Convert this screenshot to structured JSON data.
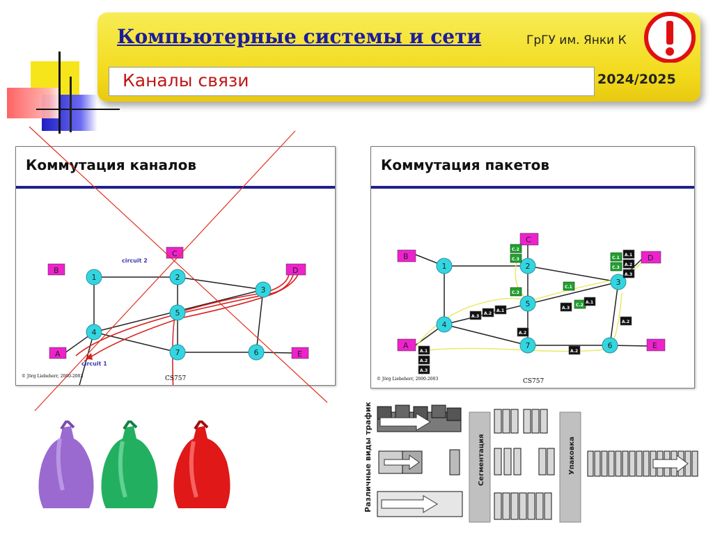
{
  "header": {
    "title": "Компьютерные системы и сети",
    "subtitle": "ГрГУ им. Янки К",
    "topic": "Каналы связи",
    "year": "2024/2025",
    "warning_icon": "exclamation-circle-icon"
  },
  "left_panel": {
    "title": "Коммутация каналов",
    "nodes": [
      "1",
      "2",
      "3",
      "4",
      "5",
      "6",
      "7"
    ],
    "terminals": [
      "A",
      "B",
      "C",
      "D",
      "E"
    ],
    "circuit1_label": "circuit 1",
    "circuit2_label": "circuit 2",
    "credit": "© Jörg Liebeherr, 2000-2003",
    "course": "CS757"
  },
  "right_panel": {
    "title": "Коммутация пакетов",
    "nodes": [
      "1",
      "2",
      "3",
      "4",
      "5",
      "6",
      "7"
    ],
    "terminals": [
      "A",
      "B",
      "C",
      "D",
      "E"
    ],
    "packets": [
      "A.1",
      "A.2",
      "A.3",
      "C.1",
      "C.2",
      "C.3"
    ],
    "credit": "© Jörg Liebeherr, 2000-2003",
    "course": "CS757"
  },
  "bottom_right": {
    "vertical_label": "Различные виды трафика",
    "segmentation": "Сегментация",
    "packing": "Упаковка"
  },
  "colors": {
    "title_blue": "#1c1c9c",
    "topic_red": "#c01616",
    "node_cyan": "#33d6e0",
    "terminal_magenta": "#ee22cc",
    "bag_purple": "#9a6ad0",
    "bag_green": "#22b060",
    "bag_red": "#e01818"
  }
}
